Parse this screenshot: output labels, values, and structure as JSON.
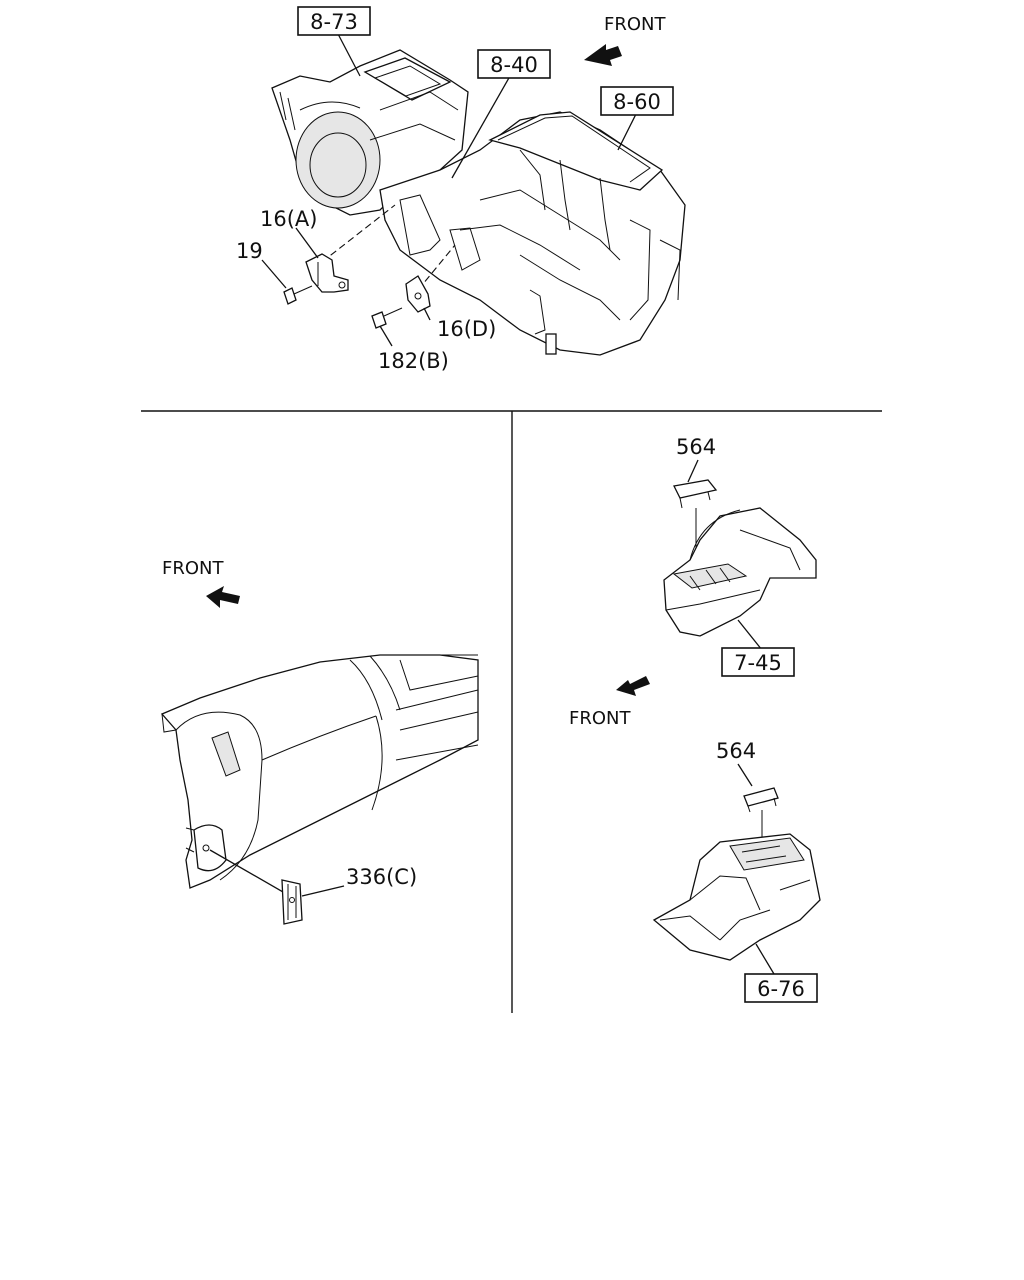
{
  "labels": {
    "ref_8_73": "8-73",
    "ref_8_40": "8-40",
    "ref_8_60": "8-60",
    "ref_7_45": "7-45",
    "ref_6_76": "6-76",
    "part_16a": "16(A)",
    "part_19": "19",
    "part_16d": "16(D)",
    "part_182b": "182(B)",
    "part_336c": "336(C)",
    "part_564_top": "564",
    "part_564_bottom": "564",
    "front_top": "FRONT",
    "front_left": "FRONT",
    "front_right": "FRONT"
  },
  "icons": [
    "front-direction-arrow-icon"
  ]
}
